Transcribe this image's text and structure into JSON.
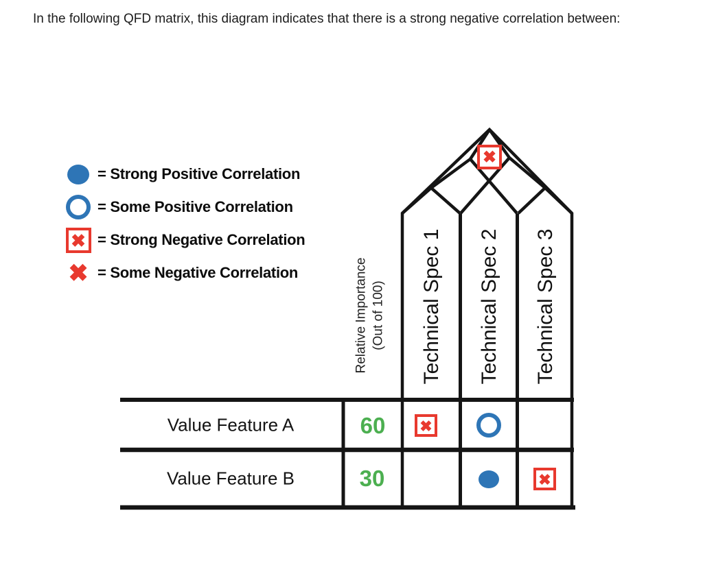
{
  "question": "In the following QFD matrix, this diagram indicates that there is a strong negative correlation between:",
  "legend": {
    "items": [
      {
        "symbol": "strong-positive",
        "label": "= Strong Positive Correlation"
      },
      {
        "symbol": "some-positive",
        "label": "= Some Positive Correlation"
      },
      {
        "symbol": "strong-negative",
        "label": "= Strong Negative Correlation"
      },
      {
        "symbol": "some-negative",
        "label": "= Some Negative Correlation"
      }
    ]
  },
  "qfd": {
    "importance_header": {
      "line1": "Relative Importance",
      "line2": "(Out of 100)"
    },
    "tech_columns": [
      "Technical Spec 1",
      "Technical Spec 2",
      "Technical Spec 3"
    ],
    "roof_symbol": "strong-negative",
    "rows": [
      {
        "label": "Value Feature A",
        "importance": "60",
        "cells": [
          "strong-negative",
          "some-positive",
          ""
        ]
      },
      {
        "label": "Value Feature B",
        "importance": "30",
        "cells": [
          "",
          "strong-positive",
          "strong-negative"
        ]
      }
    ]
  },
  "colors": {
    "blue": "#2E75B6",
    "red": "#E8392E",
    "green": "#4CAF50",
    "line": "#151515"
  },
  "icons": {
    "x_mark_glyph": "✖"
  }
}
